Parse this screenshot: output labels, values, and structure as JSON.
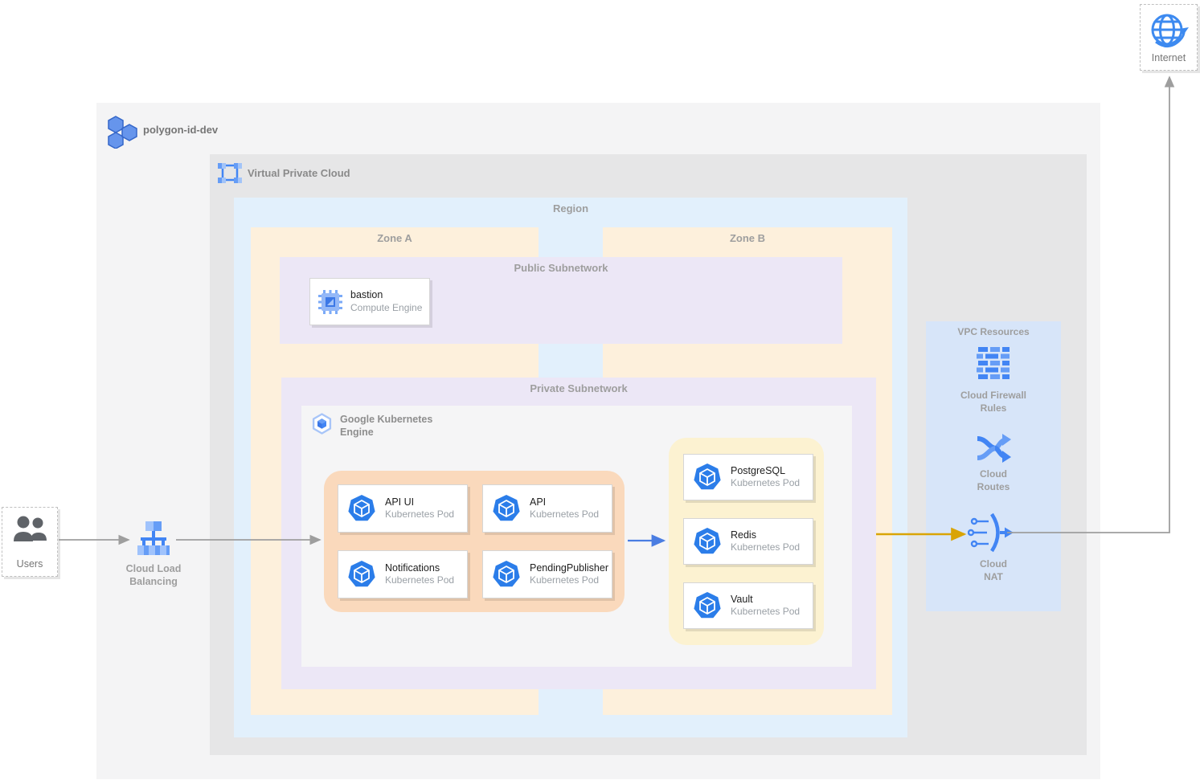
{
  "diagram": {
    "project": {
      "label": "polygon-id-dev"
    },
    "vpc": {
      "label": "Virtual Private Cloud"
    },
    "region": {
      "label": "Region"
    },
    "zone_a": {
      "label": "Zone A"
    },
    "zone_b": {
      "label": "Zone B"
    },
    "public_subnetwork": {
      "label": "Public Subnetwork",
      "bastion": {
        "title": "bastion",
        "subtitle": "Compute Engine"
      }
    },
    "private_subnetwork": {
      "label": "Private Subnetwork",
      "gke": {
        "label_line1": "Google Kubernetes",
        "label_line2": "Engine"
      },
      "app_pods": [
        {
          "title": "API UI",
          "subtitle": "Kubernetes Pod"
        },
        {
          "title": "API",
          "subtitle": "Kubernetes Pod"
        },
        {
          "title": "Notifications",
          "subtitle": "Kubernetes Pod"
        },
        {
          "title": "PendingPublisher",
          "subtitle": "Kubernetes Pod"
        }
      ],
      "data_pods": [
        {
          "title": "PostgreSQL",
          "subtitle": "Kubernetes Pod"
        },
        {
          "title": "Redis",
          "subtitle": "Kubernetes Pod"
        },
        {
          "title": "Vault",
          "subtitle": "Kubernetes Pod"
        }
      ]
    },
    "vpc_resources": {
      "label": "VPC Resources",
      "firewall": {
        "line1": "Cloud Firewall",
        "line2": "Rules"
      },
      "routes": {
        "line1": "Cloud",
        "line2": "Routes"
      },
      "nat": {
        "line1": "Cloud",
        "line2": "NAT"
      }
    },
    "external": {
      "users": {
        "label": "Users"
      },
      "load_balancer": {
        "line1": "Cloud Load",
        "line2": "Balancing"
      },
      "internet": {
        "label": "Internet"
      }
    }
  },
  "colors": {
    "project_bg": "#F4F4F5",
    "vpc_bg": "#E6E6E7",
    "region_bg": "#E2F0FC",
    "zone_bg": "#FDF0DC",
    "subnet_bg": "#ECE7F6",
    "gke_bg": "#F5F5F6",
    "app_pod_group_bg": "#FAD9BC",
    "data_pod_group_bg": "#FCF2D1",
    "vpc_resources_bg": "#D7E5F9",
    "icon_blue": "#4285F4",
    "icon_blue_light": "#669DF6",
    "arrow_gray": "#9E9E9E",
    "arrow_blue": "#4A7DE2",
    "arrow_gold": "#D9A406",
    "label_gray": "#9E9E9E",
    "title_dark": "#212121"
  }
}
